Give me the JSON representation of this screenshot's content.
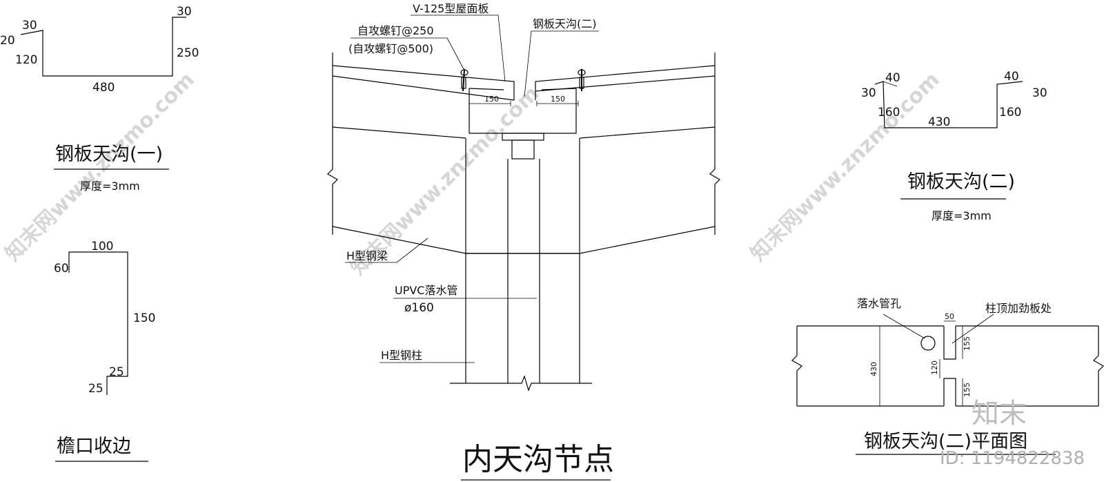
{
  "gutter1": {
    "title": "钢板天沟(一)",
    "thickness": "厚度=3mm",
    "dims": {
      "a": "30",
      "b": "20",
      "c": "120",
      "d": "480",
      "e": "30",
      "f": "250"
    }
  },
  "eave": {
    "title": "檐口收边",
    "dims": {
      "top": "100",
      "left": "60",
      "height": "150",
      "foot_a": "25",
      "foot_b": "25"
    }
  },
  "node": {
    "title": "内天沟节点",
    "roof_panel": "V-125型屋面板",
    "screw1": "自攻螺钉@250",
    "screw2": "(自攻螺钉@500)",
    "gutter_ref": "钢板天沟(二)",
    "dim_left": "150",
    "dim_right": "150",
    "beam": "H型钢梁",
    "pipe": "UPVC落水管",
    "pipe_dia": "ø160",
    "column": "H型钢柱"
  },
  "gutter2": {
    "title": "钢板天沟(二)",
    "thickness": "厚度=3mm",
    "dims": {
      "l1": "30",
      "l2": "40",
      "l3": "160",
      "mid": "430",
      "r1": "40",
      "r2": "30",
      "r3": "160"
    }
  },
  "plan": {
    "title": "钢板天沟(二)平面图",
    "hole": "落水管孔",
    "stiffener": "柱顶加劲板处",
    "d50": "50",
    "d155a": "155",
    "d120": "120",
    "d155b": "155",
    "d430": "430"
  },
  "watermark": {
    "site": "知末网www.znzmo.com",
    "brand": "知末",
    "id": "ID: 1194822838"
  }
}
